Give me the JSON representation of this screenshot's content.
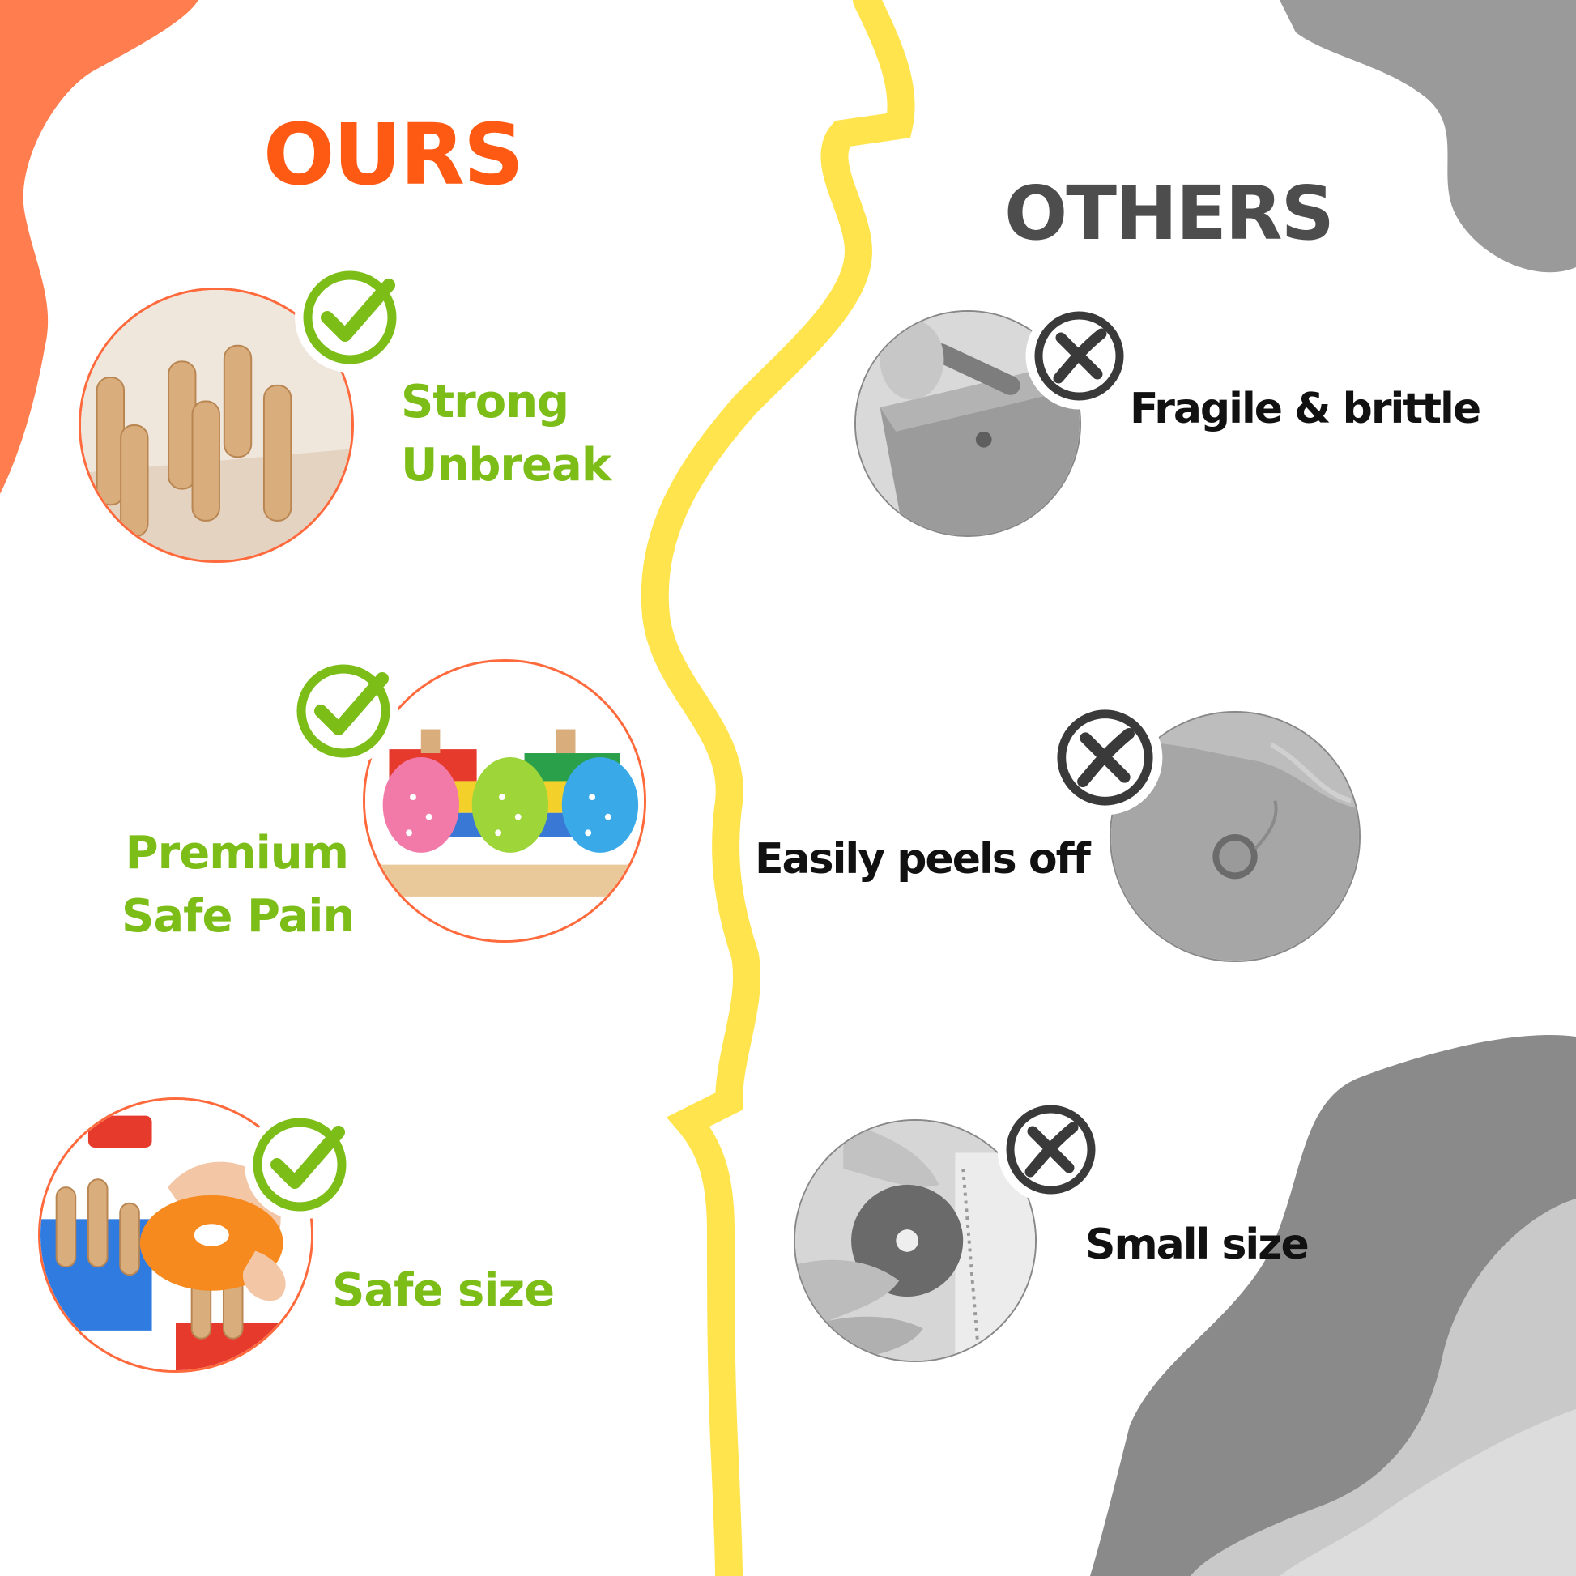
{
  "colors": {
    "ours_heading": "#ff5a14",
    "feature_green": "#7cbd17",
    "others_heading": "#4d4d4d",
    "check_green": "#7cbd17",
    "cross_dark": "#3a3a3a",
    "divider_yellow": "#ffe44d",
    "blob_orange": "#ff7d4f",
    "ring_orange": "#ff6a3d"
  },
  "ours": {
    "heading": "OURS",
    "features": [
      {
        "line1": "Strong",
        "line2": "Unbreak",
        "icon": "check-icon",
        "photo": "wooden-pegs"
      },
      {
        "line1": "Premium",
        "line2": "Safe Pain",
        "icon": "check-icon",
        "photo": "fish-shape-stacker"
      },
      {
        "line1": "Safe size",
        "icon": "check-icon",
        "photo": "hand-holding-ring"
      }
    ]
  },
  "others": {
    "heading": "OTHERS",
    "features": [
      {
        "label": "Fragile & brittle",
        "icon": "cross-icon",
        "photo": "broken-peg-block"
      },
      {
        "label": "Easily peels off",
        "icon": "cross-icon",
        "photo": "peeling-paint-closeup"
      },
      {
        "label": "Small size",
        "icon": "cross-icon",
        "photo": "small-ring-in-hand"
      }
    ]
  }
}
